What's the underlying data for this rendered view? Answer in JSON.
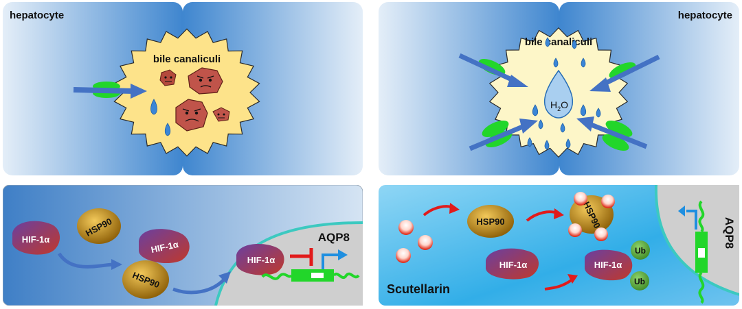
{
  "panels": {
    "top_left": {
      "cell_label": "hepatocyte",
      "lumen_label": "bile canaliculi"
    },
    "top_right": {
      "cell_label": "hepatocyte",
      "lumen_label": "bile canaliculi",
      "water_label": "H",
      "water_sub": "2",
      "water_tail": "O"
    },
    "bottom_left": {
      "hif": "HIF-1α",
      "hsp": "HSP90",
      "gene": "AQP8"
    },
    "bottom_right": {
      "hif": "HIF-1α",
      "hsp": "HSP90",
      "gene": "AQP8",
      "ub": "Ub",
      "drug": "Scutellarin"
    }
  },
  "colors": {
    "cell_dark": "#3f86cf",
    "cell_light": "#dbe8f5",
    "lumen_fill": "#fde38a",
    "channel_green": "#22d62a",
    "arrow_blue": "#4472c4",
    "hif_purple": "#7b3f9e",
    "hif_red": "#c0392b",
    "hsp_gold": "#c58a10",
    "inhibit_red": "#e11b1b",
    "promote_blue": "#1f8fe0",
    "ub_green": "#5caa3a",
    "nucleus_gray": "#cfcfcf",
    "nucleus_rim": "#3cc9c0"
  }
}
